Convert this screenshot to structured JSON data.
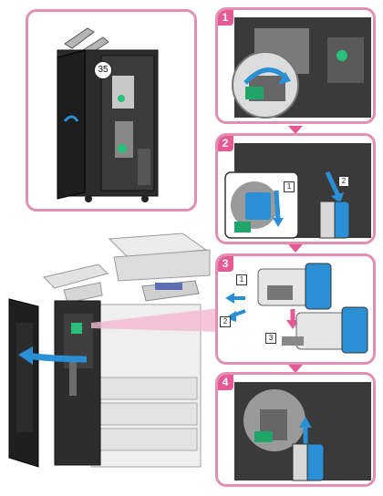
{
  "finisher_callout": {
    "part_number": "35"
  },
  "steps": [
    {
      "number": "1"
    },
    {
      "number": "2",
      "labels": [
        "1",
        "2"
      ]
    },
    {
      "number": "3",
      "labels": [
        "1",
        "2",
        "3"
      ]
    },
    {
      "number": "4"
    }
  ],
  "colors": {
    "panel_border": "#e38fb3",
    "badge": "#e55a95",
    "arrow_blue": "#2b8fd6",
    "lever_green": "#1fa56a",
    "machine_dark": "#2d2d2d"
  },
  "icons": {
    "rotate_arrow": "curved-arrow-icon",
    "down_arrow": "down-arrow-icon",
    "up_arrow": "up-arrow-icon"
  }
}
